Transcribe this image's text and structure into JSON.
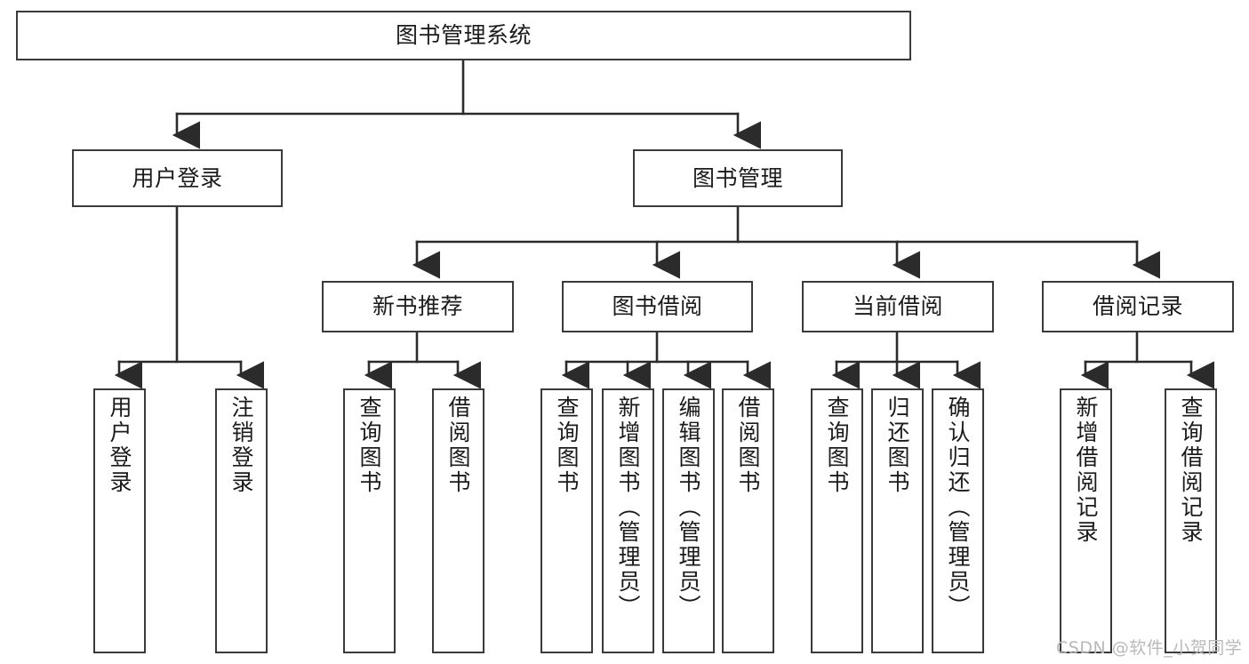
{
  "diagram": {
    "type": "tree",
    "title": "图书管理系统",
    "orientation": "top-down",
    "colors": {
      "box_border": "#3a3a3a",
      "box_fill": "#ffffff",
      "edge": "#2b2b2b",
      "text": "#1b1b1b",
      "watermark": "#b9b9b9"
    },
    "root": {
      "id": "root",
      "label": "图书管理系统"
    },
    "level1": [
      {
        "id": "user-login",
        "label": "用户登录"
      },
      {
        "id": "book-manage",
        "label": "图书管理"
      }
    ],
    "level2": [
      {
        "id": "new-book-rec",
        "label": "新书推荐",
        "parent": "book-manage"
      },
      {
        "id": "book-borrow",
        "label": "图书借阅",
        "parent": "book-manage"
      },
      {
        "id": "current-borrow",
        "label": "当前借阅",
        "parent": "book-manage"
      },
      {
        "id": "borrow-record",
        "label": "借阅记录",
        "parent": "book-manage"
      }
    ],
    "leaves": [
      {
        "id": "leaf-user-login",
        "label": "用户登录",
        "parent": "user-login"
      },
      {
        "id": "leaf-user-logout",
        "label": "注销登录",
        "parent": "user-login"
      },
      {
        "id": "leaf-query-book-1",
        "label": "查询图书",
        "parent": "new-book-rec"
      },
      {
        "id": "leaf-borrow-book-1",
        "label": "借阅图书",
        "parent": "new-book-rec"
      },
      {
        "id": "leaf-query-book-2",
        "label": "查询图书",
        "parent": "book-borrow"
      },
      {
        "id": "leaf-add-book",
        "label": "新增图书（管理员）",
        "parent": "book-borrow"
      },
      {
        "id": "leaf-edit-book",
        "label": "编辑图书（管理员）",
        "parent": "book-borrow"
      },
      {
        "id": "leaf-borrow-book-2",
        "label": "借阅图书",
        "parent": "book-borrow"
      },
      {
        "id": "leaf-query-book-3",
        "label": "查询图书",
        "parent": "current-borrow"
      },
      {
        "id": "leaf-return-book",
        "label": "归还图书",
        "parent": "current-borrow"
      },
      {
        "id": "leaf-confirm-return",
        "label": "确认归还（管理员）",
        "parent": "current-borrow"
      },
      {
        "id": "leaf-add-record",
        "label": "新增借阅记录",
        "parent": "borrow-record"
      },
      {
        "id": "leaf-query-record",
        "label": "查询借阅记录",
        "parent": "borrow-record"
      }
    ]
  },
  "watermark": {
    "text": "CSDN @软件_小贺同学"
  }
}
